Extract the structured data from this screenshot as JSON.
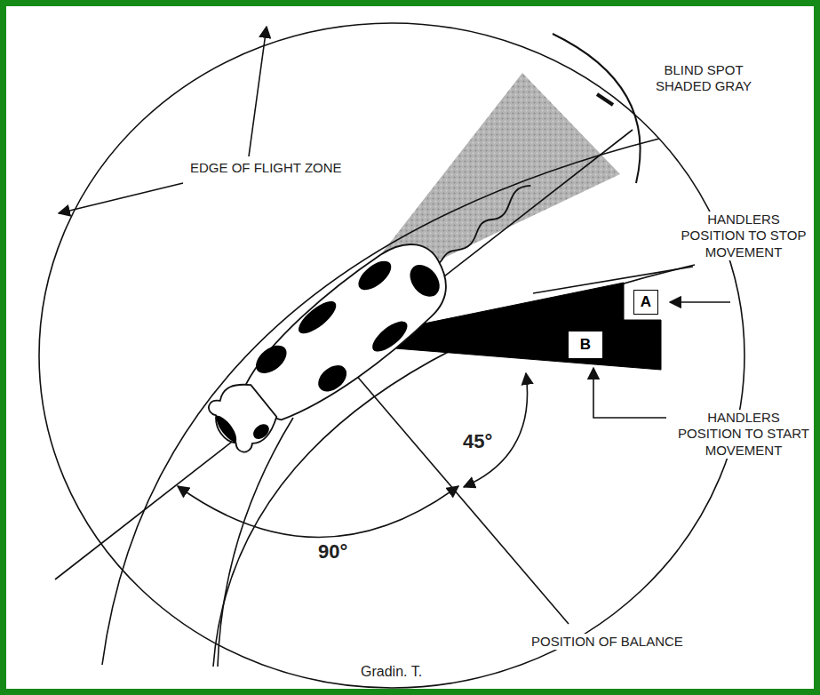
{
  "diagram": {
    "nodes": [
      {
        "text": [
          "A"
        ]
      },
      {
        "text": [
          "B"
        ]
      }
    ],
    "labels": [
      "BLIND SPOT SHADED GRAY",
      "EDGE OF FLIGHT ZONE",
      "HANDLERS POSITION TO STOP MOVEMENT",
      "HANDLERS POSITION TO START MOVEMENT",
      "45°",
      "90°",
      "POSITION OF BALANCE",
      "Gradin. T."
    ]
  }
}
